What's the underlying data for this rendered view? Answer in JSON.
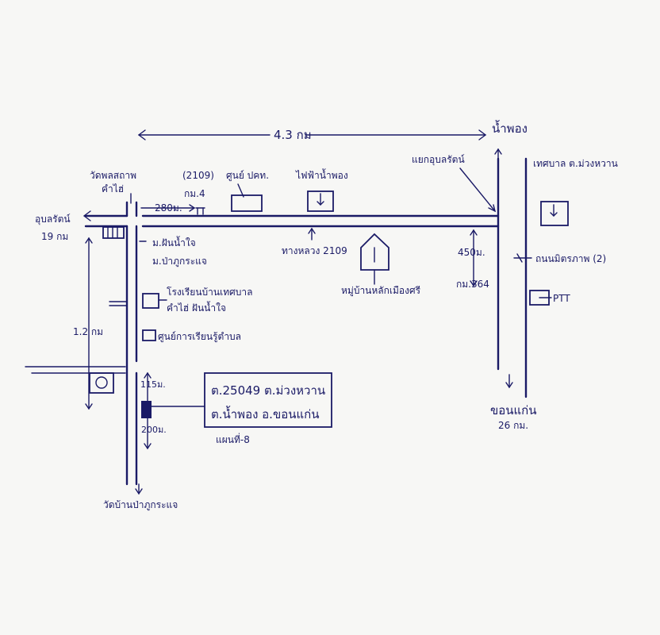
{
  "labels": {
    "distance_top": "4.3 กม",
    "nam_phong_top": "น้ำพอง",
    "temple_top_1": "วัดพลสถาพ",
    "temple_top_2": "คำไฮ่",
    "road_2109_paren": "(2109)",
    "km4": "กม.4",
    "dist_280": "280ม.",
    "center_label": "ศูนย์ ปคท.",
    "electric_label": "ไฟฟ้าน้ำพอง",
    "junction_label": "แยกอุบลรัตน์",
    "municipality_label": "เทศบาล ต.ม่วงหวาน",
    "ubonrat_label": "อุบลรัตน์",
    "ubonrat_km": "19 กม",
    "village_1": "ม.ฝันน้ำใจ",
    "village_2": "ม.ป่าภูกระแจ",
    "highway_2109": "ทางหลวง 2109",
    "dist_450": "450ม.",
    "km_364": "กม.364",
    "village_house": "หมู่บ้านหลักเมืองศรี",
    "sub_district_road": "ถนนมิตรภาพ (2)",
    "ptt_label": "PTT",
    "school_1": "โรงเรียนบ้านเทศบาล",
    "school_2": "คำไฮ่ ฝันน้ำใจ",
    "health_label": "ศูนย์การเรียนรู้ตำบล",
    "dist_1_2": "1.2 กม",
    "dist_115": "115ม.",
    "dist_200": "200ม.",
    "address_1": "ต.25049  ต.ม่วงหวาน",
    "address_2": "ต.น้ำพอง   อ.ขอนแก่น",
    "scribble_note": "แผนที่-8",
    "khon_kaen": "ขอนแก่น",
    "khon_kaen_km": "26 กม.",
    "temple_bottom": "วัดบ้านป่าภูกระแจ"
  }
}
